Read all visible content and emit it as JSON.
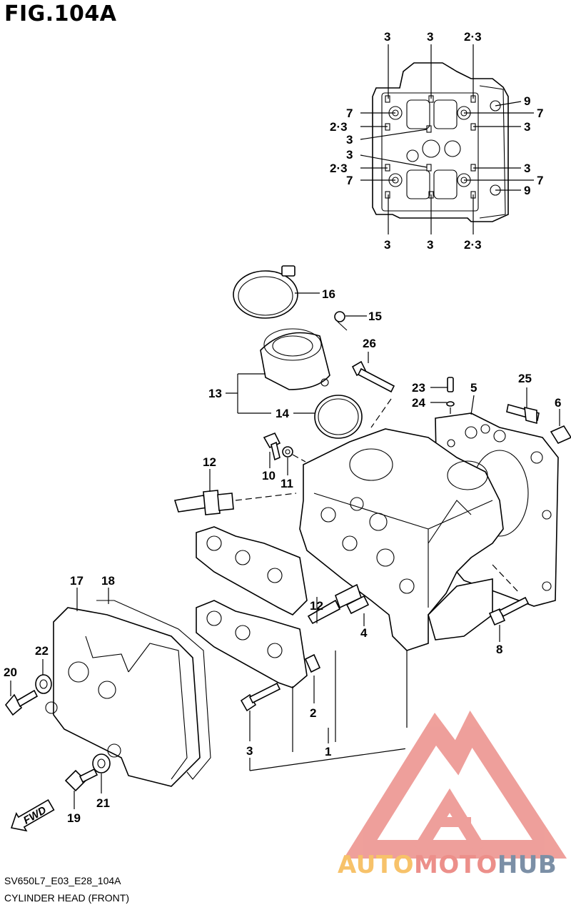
{
  "figure": {
    "title": "FIG.104A",
    "model_code": "SV650L7_E03_E28_104A",
    "section_name": "CYLINDER HEAD (FRONT)"
  },
  "watermark": {
    "brand_part1": "AUTO",
    "brand_part2": "MOTO",
    "brand_part3": "HUB",
    "colors": {
      "part1": "#f7c26a",
      "part2": "#ec8f8a",
      "part3": "#7b8fa6",
      "logo": "#ec8f8a"
    }
  },
  "fwd_arrow": {
    "label": "FWD"
  },
  "callouts": {
    "tl_3": "3",
    "tm_3": "3",
    "tr_23": "2·3",
    "r_9a": "9",
    "l_7a": "7",
    "r_7a": "7",
    "l_23a": "2·3",
    "r_3a": "3",
    "l_3a": "3",
    "l_3b": "3",
    "l_23b": "2·3",
    "r_3b": "3",
    "r_7b": "7",
    "l_7b": "7",
    "r_9b": "9",
    "bl_3": "3",
    "bm_3": "3",
    "br_23": "2·3",
    "p16": "16",
    "p15": "15",
    "p26": "26",
    "p13": "13",
    "p14": "14",
    "p23": "23",
    "p24": "24",
    "p5": "5",
    "p25": "25",
    "p6": "6",
    "p12a": "12",
    "p10": "10",
    "p11": "11",
    "p12b": "12",
    "p4": "4",
    "p8": "8",
    "p17": "17",
    "p18": "18",
    "p22": "22",
    "p20": "20",
    "p2": "2",
    "p3": "3",
    "p1": "1",
    "p19": "19",
    "p21": "21"
  }
}
